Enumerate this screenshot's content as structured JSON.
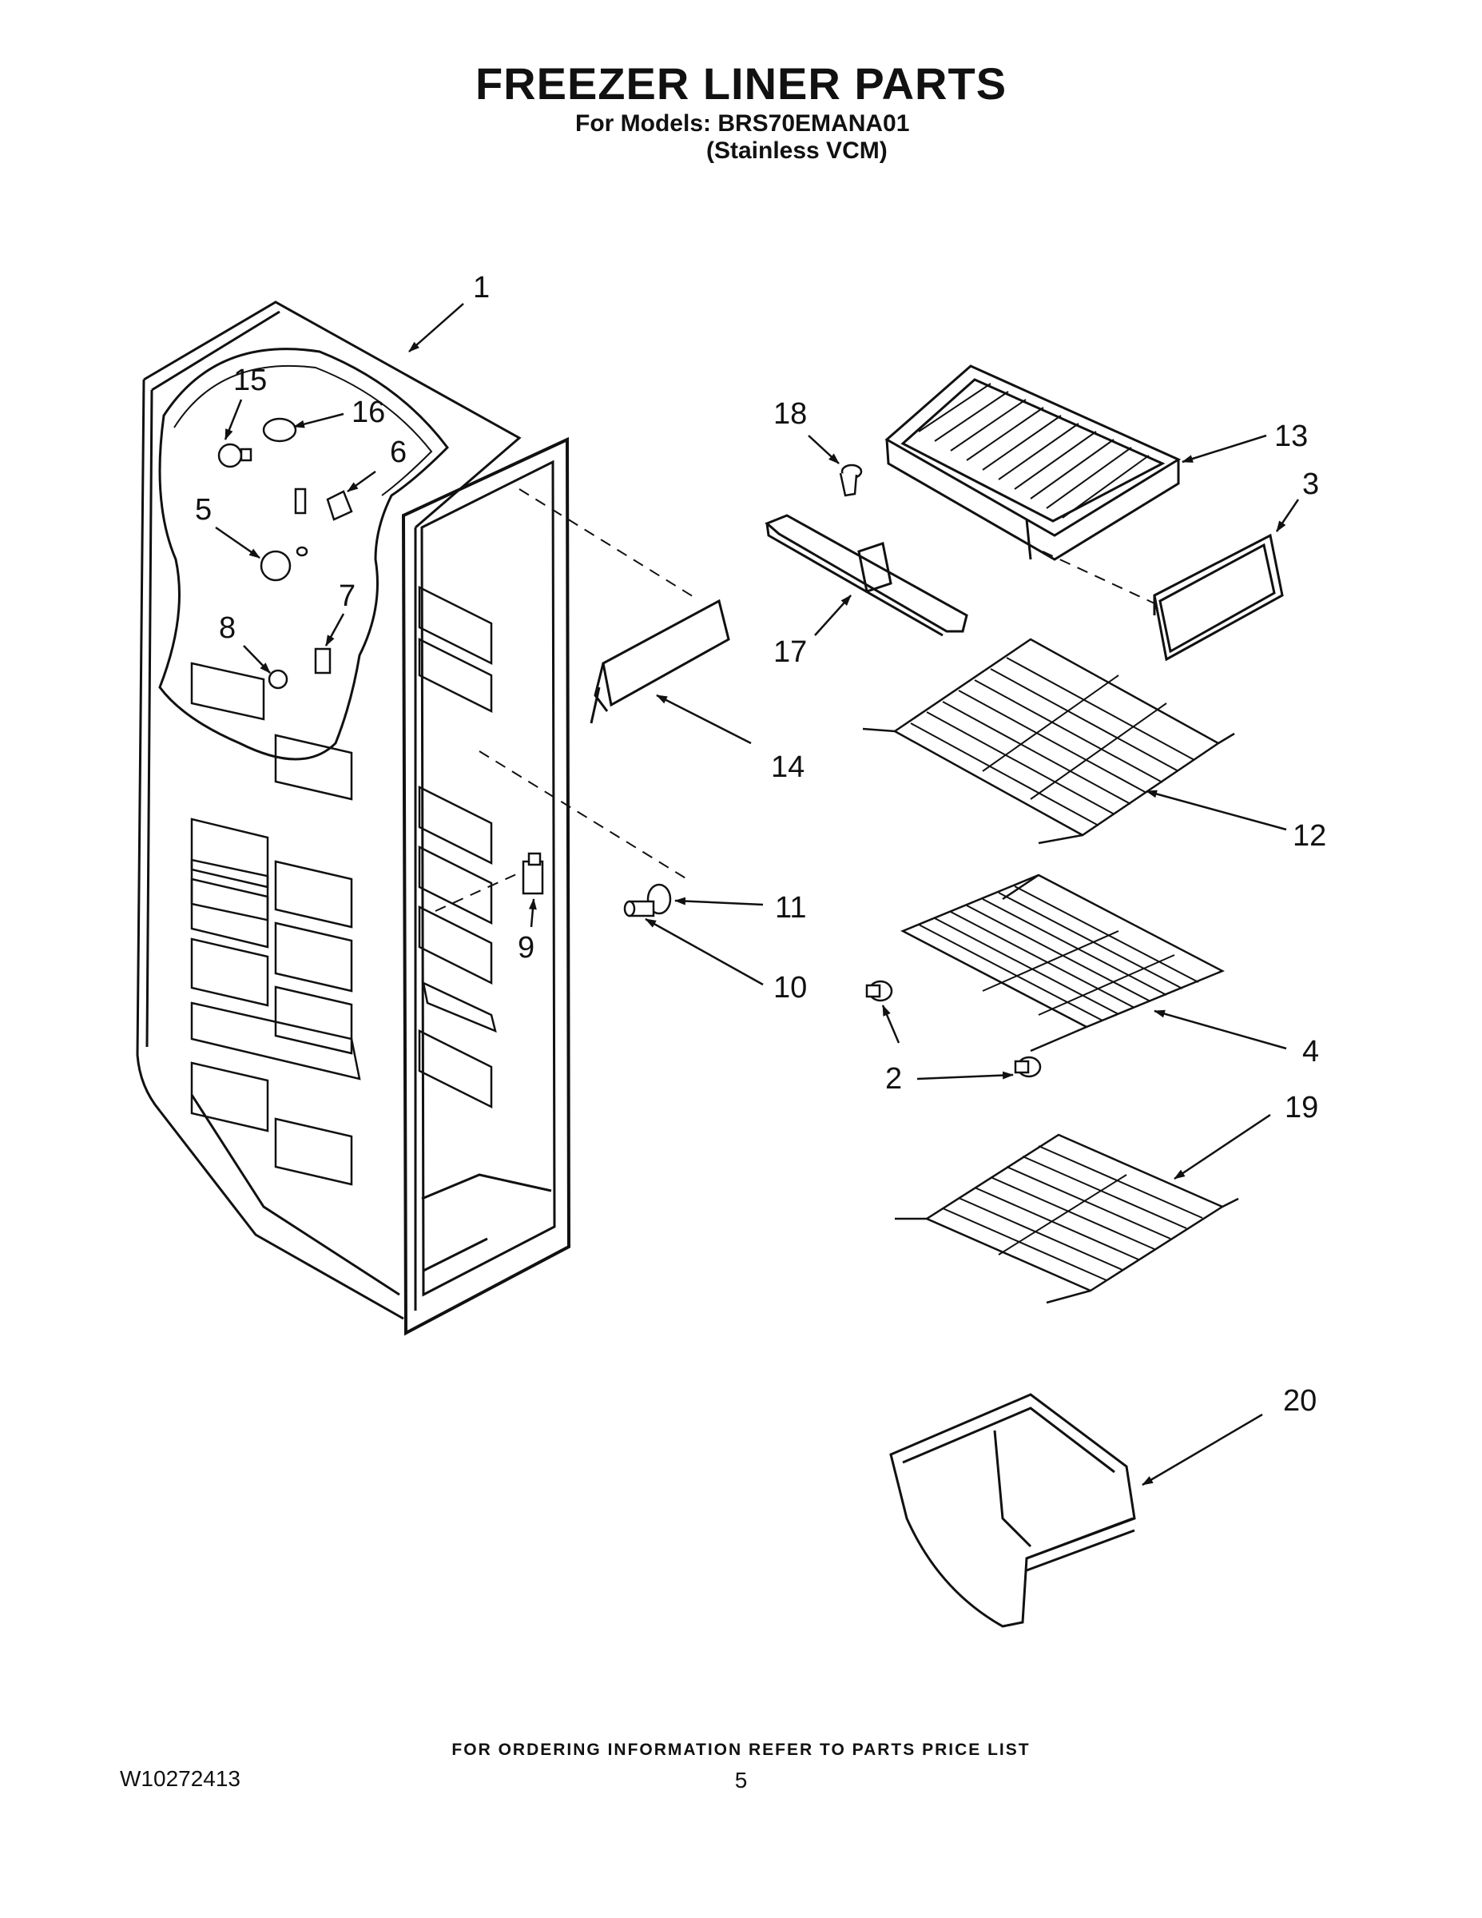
{
  "header": {
    "title": "FREEZER LINER PARTS",
    "models_line": "For Models: BRS70EMANA01",
    "variant_line": "(Stainless VCM)"
  },
  "callouts": [
    "1",
    "15",
    "16",
    "6",
    "5",
    "7",
    "8",
    "9",
    "14",
    "11",
    "10",
    "18",
    "13",
    "3",
    "17",
    "12",
    "4",
    "2",
    "19",
    "20"
  ],
  "footer": {
    "ordering_note": "FOR ORDERING INFORMATION REFER TO PARTS PRICE LIST",
    "document_number": "W10272413",
    "page_number": "5"
  }
}
